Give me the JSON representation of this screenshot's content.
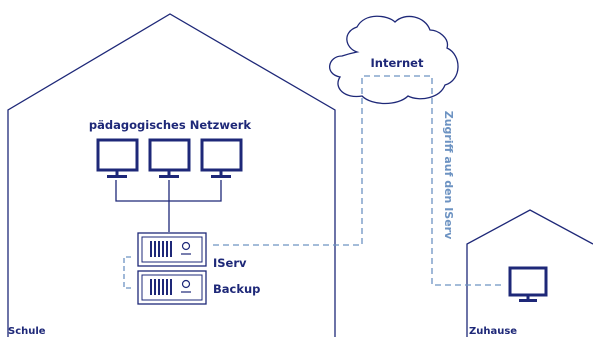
{
  "labels": {
    "network": "pädagogisches Netzwerk",
    "internet": "Internet",
    "access": "Zugriff auf den IServ",
    "server": "IServ",
    "backup": "Backup",
    "school": "Schule",
    "home": "Zuhause"
  },
  "colors": {
    "primary": "#1e2878",
    "connection": "#6d93c2"
  },
  "icons": [
    "school-house-icon",
    "home-house-icon",
    "cloud-icon",
    "monitor-icon",
    "server-icon"
  ]
}
